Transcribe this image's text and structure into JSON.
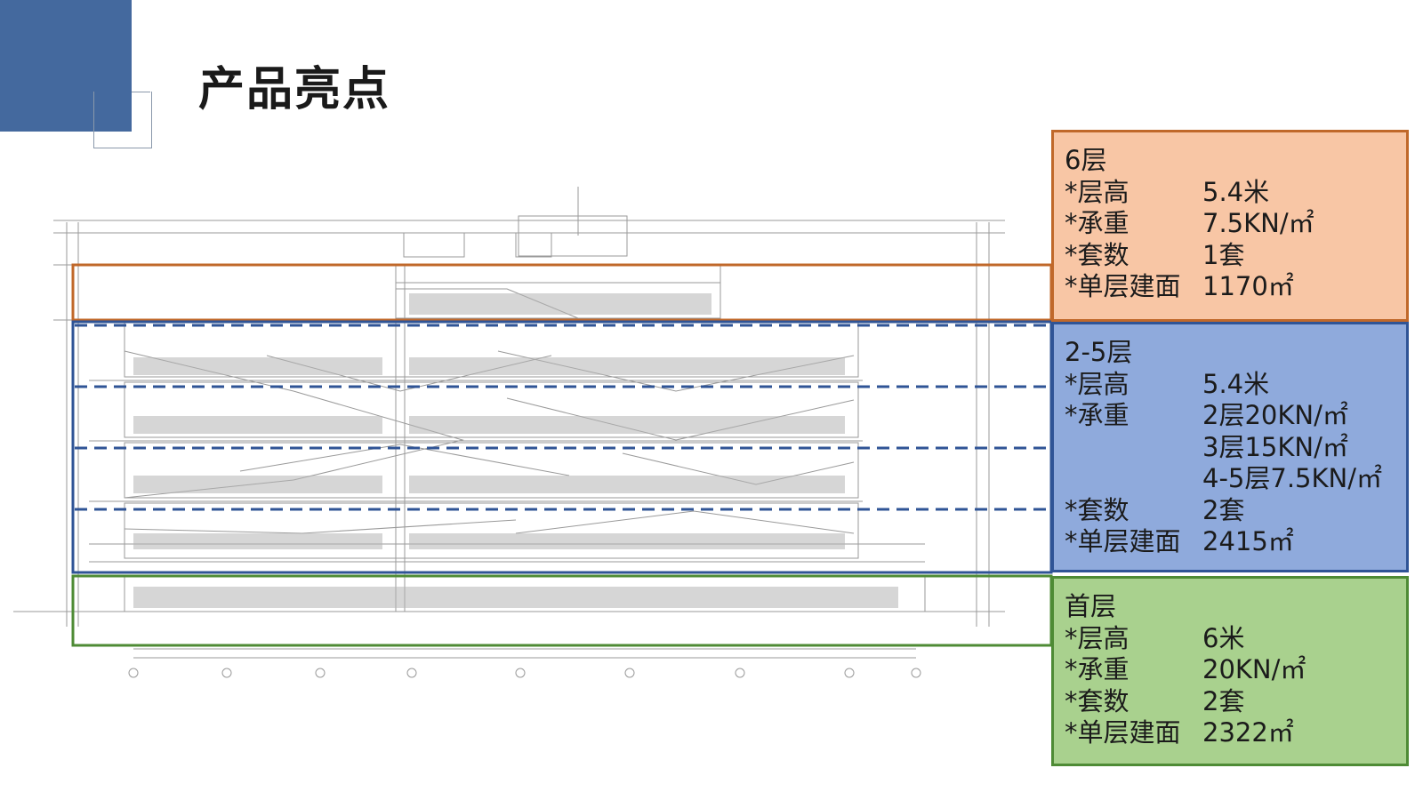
{
  "slide": {
    "title": "产品亮点"
  },
  "colors": {
    "corner": "#44699e",
    "top_box": "#c0682a",
    "middle_box": "#2f5496",
    "bottom_box": "#4e8b35",
    "top_fill": "#f8c6a5",
    "middle_fill": "#8faadc",
    "bottom_fill": "#a9d18e"
  },
  "panels": {
    "top": {
      "title": "6层",
      "rows": [
        {
          "label": "*层高",
          "value": "5.4米"
        },
        {
          "label": "*承重",
          "value": "7.5KN/㎡"
        },
        {
          "label": "*套数",
          "value": "1套"
        },
        {
          "label": "*单层建面",
          "value": "1170㎡"
        }
      ]
    },
    "middle": {
      "title": "2-5层",
      "rows": [
        {
          "label": "*层高",
          "value": "5.4米"
        },
        {
          "label": "*承重",
          "value": "2层20KN/㎡"
        },
        {
          "label": "",
          "value": "3层15KN/㎡"
        },
        {
          "label": "",
          "value": "4-5层7.5KN/㎡"
        },
        {
          "label": "*套数",
          "value": "2套"
        },
        {
          "label": "*单层建面",
          "value": "2415㎡"
        }
      ]
    },
    "bottom": {
      "title": "首层",
      "rows": [
        {
          "label": "*层高",
          "value": "6米"
        },
        {
          "label": "*承重",
          "value": "20KN/㎡"
        },
        {
          "label": "*套数",
          "value": "2套"
        },
        {
          "label": "*单层建面",
          "value": "2322㎡"
        }
      ]
    }
  }
}
